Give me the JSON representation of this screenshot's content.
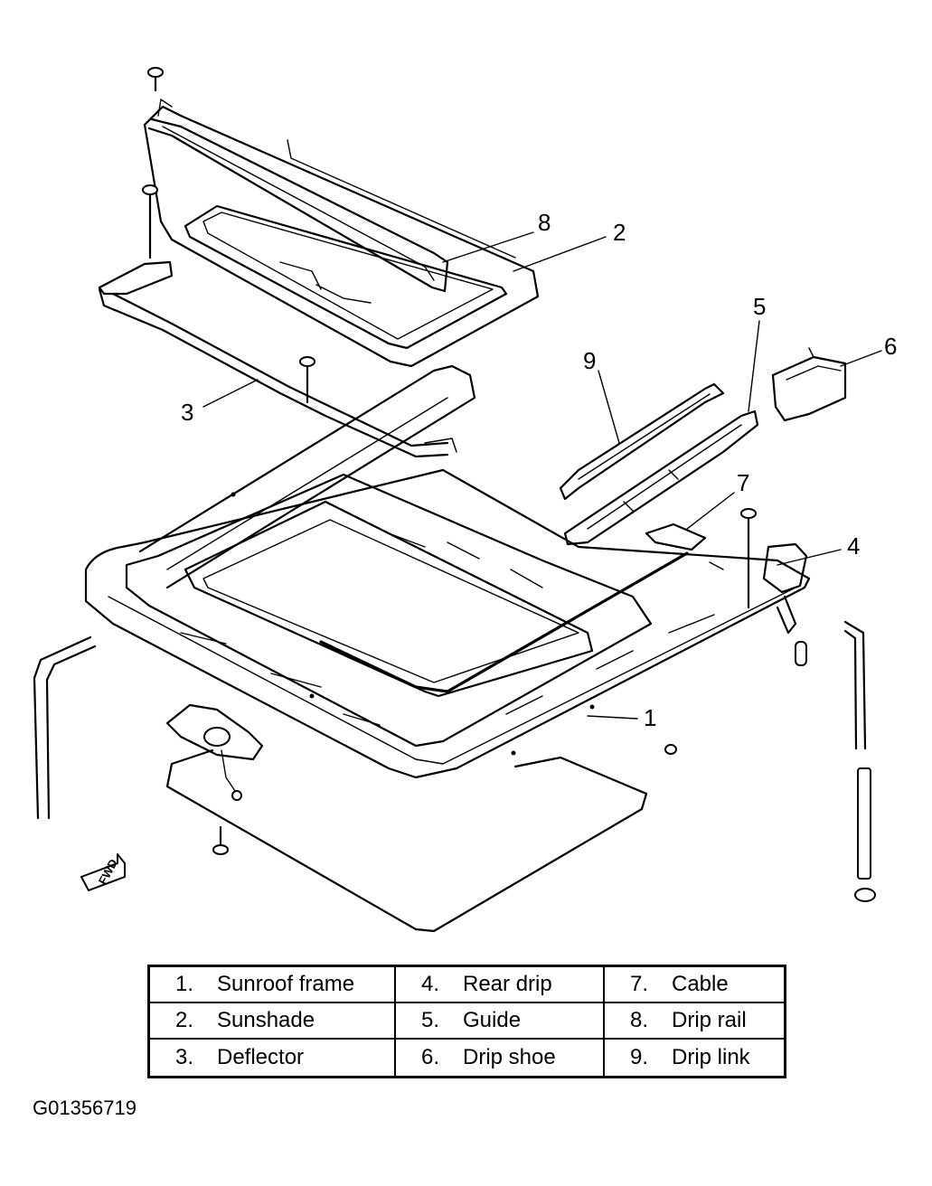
{
  "callouts": [
    "1",
    "2",
    "3",
    "4",
    "5",
    "6",
    "7",
    "8",
    "9"
  ],
  "fwd_label": "FWD",
  "legend": [
    [
      {
        "num": "1.",
        "label": "Sunroof frame"
      },
      {
        "num": "4.",
        "label": "Rear drip"
      },
      {
        "num": "7.",
        "label": "Cable"
      }
    ],
    [
      {
        "num": "2.",
        "label": "Sunshade"
      },
      {
        "num": "5.",
        "label": "Guide"
      },
      {
        "num": "8.",
        "label": "Drip rail"
      }
    ],
    [
      {
        "num": "3.",
        "label": "Deflector"
      },
      {
        "num": "6.",
        "label": "Drip shoe"
      },
      {
        "num": "9.",
        "label": "Drip link"
      }
    ]
  ],
  "figure_id": "G01356719"
}
